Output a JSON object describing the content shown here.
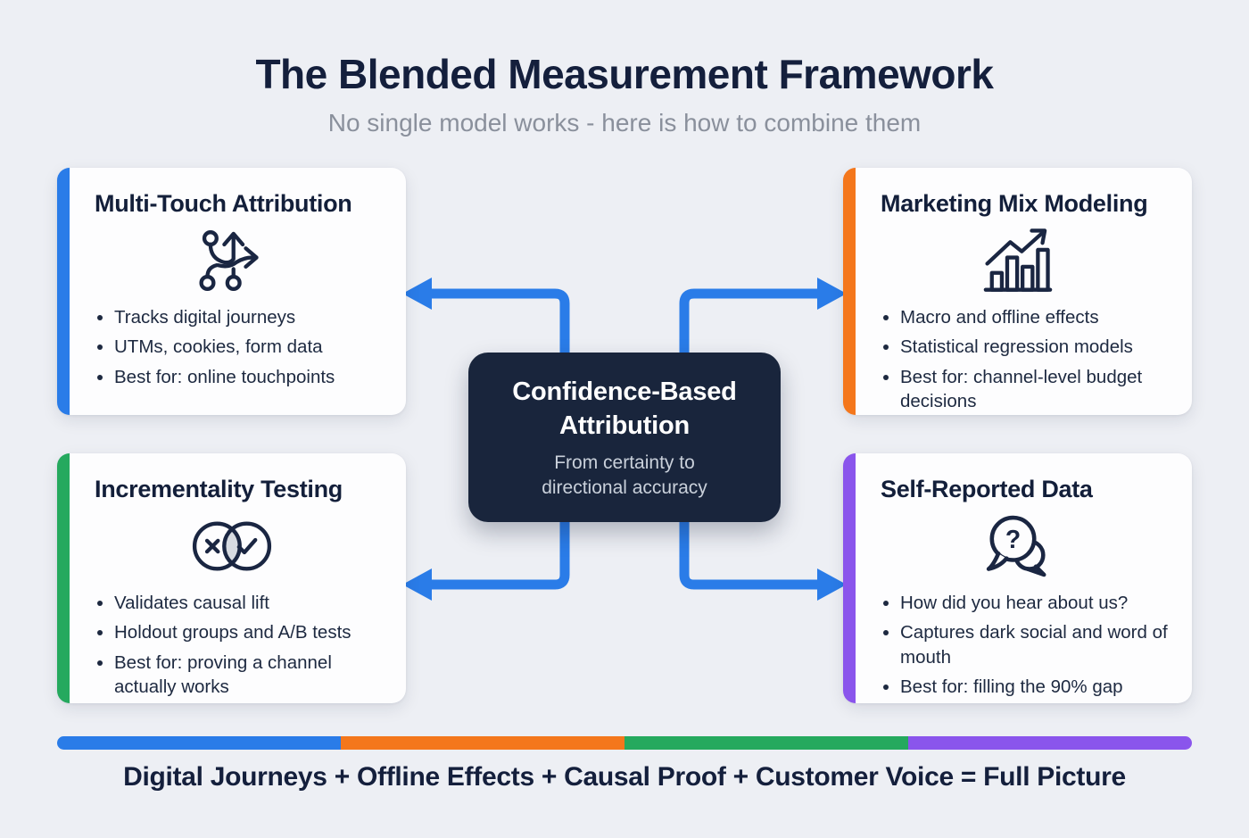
{
  "header": {
    "title": "The Blended Measurement Framework",
    "subtitle": "No single model works - here is how to combine them"
  },
  "cards": [
    {
      "id": "multi-touch-attribution",
      "title": "Multi-Touch Attribution",
      "icon": "journey-split-icon",
      "accent_color": "#2a7ce8",
      "bullets": [
        "Tracks digital journeys",
        "UTMs, cookies, form data",
        "Best for: online touchpoints"
      ]
    },
    {
      "id": "marketing-mix-modeling",
      "title": "Marketing Mix Modeling",
      "icon": "bar-chart-trend-icon",
      "accent_color": "#f4771c",
      "bullets": [
        "Macro and offline effects",
        "Statistical regression models",
        "Best for: channel-level budget decisions"
      ]
    },
    {
      "id": "incrementality-testing",
      "title": "Incrementality Testing",
      "icon": "venn-cross-check-icon",
      "accent_color": "#25a95e",
      "bullets": [
        "Validates causal lift",
        "Holdout groups and A/B tests",
        "Best for: proving a channel actually works"
      ]
    },
    {
      "id": "self-reported-data",
      "title": "Self-Reported Data",
      "icon": "question-bubbles-icon",
      "accent_color": "#8a55ec",
      "bullets": [
        "How did you hear about us?",
        "Captures dark social and word of mouth",
        "Best for: filling the 90% gap"
      ]
    }
  ],
  "center": {
    "title": "Confidence-Based Attribution",
    "subtitle": "From certainty to directional accuracy"
  },
  "footer": {
    "bar_colors": [
      "#2a7ce8",
      "#f4771c",
      "#25a95e",
      "#8a55ec"
    ],
    "text": "Digital Journeys + Offline Effects + Causal Proof + Customer Voice = Full Picture"
  },
  "icon_glyphs": {
    "question_mark": "?"
  },
  "colors": {
    "background": "#edeff4",
    "arrow": "#2a7ce8",
    "center_box": "#19253c",
    "heading": "#141f3c",
    "subtitle": "#8a909c",
    "card_background": "#fdfdfe"
  }
}
